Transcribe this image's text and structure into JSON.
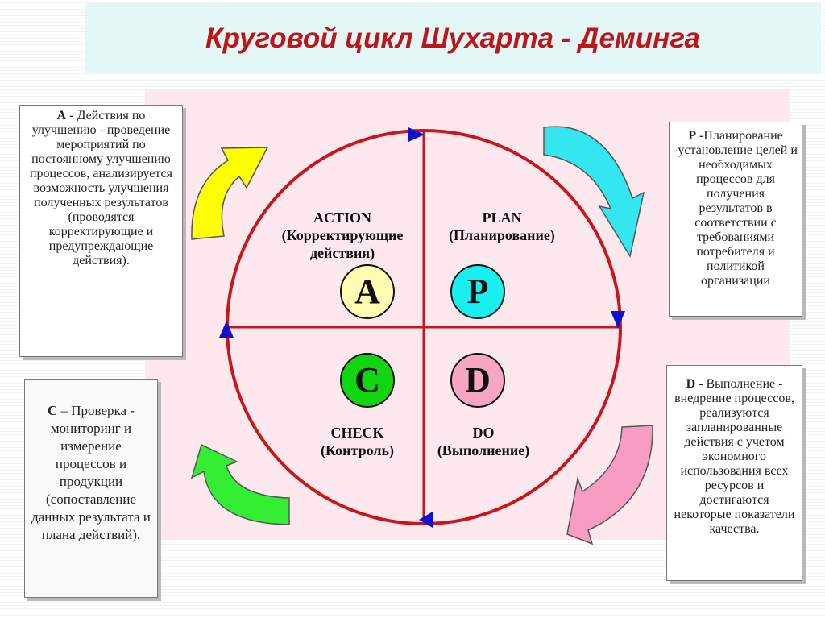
{
  "title": "Круговой цикл Шухарта - Деминга",
  "quadrants": {
    "action": {
      "label_en": "ACTION",
      "label_ru": "(Корректирующие действия)",
      "letter": "A"
    },
    "plan": {
      "label_en": "PLAN",
      "label_ru": "(Планирование)",
      "letter": "P"
    },
    "check": {
      "label_en": "CHECK",
      "label_ru": "(Контроль)",
      "letter": "C"
    },
    "do": {
      "label_en": "DO",
      "label_ru": "(Выполнение)",
      "letter": "D"
    }
  },
  "boxes": {
    "a": {
      "key": "А -",
      "text": " Действия по улучшению - проведение мероприятий по постоянному улучшению процессов, анализируется возможность улучшения полученных результатов (проводятся корректирующие и предупреждающие действия)."
    },
    "p": {
      "key": "Р -",
      "text": "Планирование -установление целей и необходимых процессов для получения результатов в соответствии с требованиями потребителя и политикой организации"
    },
    "c": {
      "key": "С",
      "text": " – Проверка - мониторинг и измерение процессов и продукции (сопоставление данных результата и плана действий)."
    },
    "d": {
      "key": "D -",
      "text": " Выполнение - внедрение процессов, реализуются запланированные действия с учетом экономного использования всех ресурсов и достигаются некоторые показатели качества."
    }
  },
  "colors": {
    "circle": "#c8161d",
    "arrow_a": "#ffff00",
    "arrow_p": "#33e6f0",
    "arrow_c": "#33ee33",
    "arrow_d": "#f79cc2",
    "badge_a": "#fffbb0",
    "badge_p": "#18f0f0",
    "badge_c": "#12d512",
    "badge_d": "#f7a6c3",
    "marker": "#1010d0"
  }
}
